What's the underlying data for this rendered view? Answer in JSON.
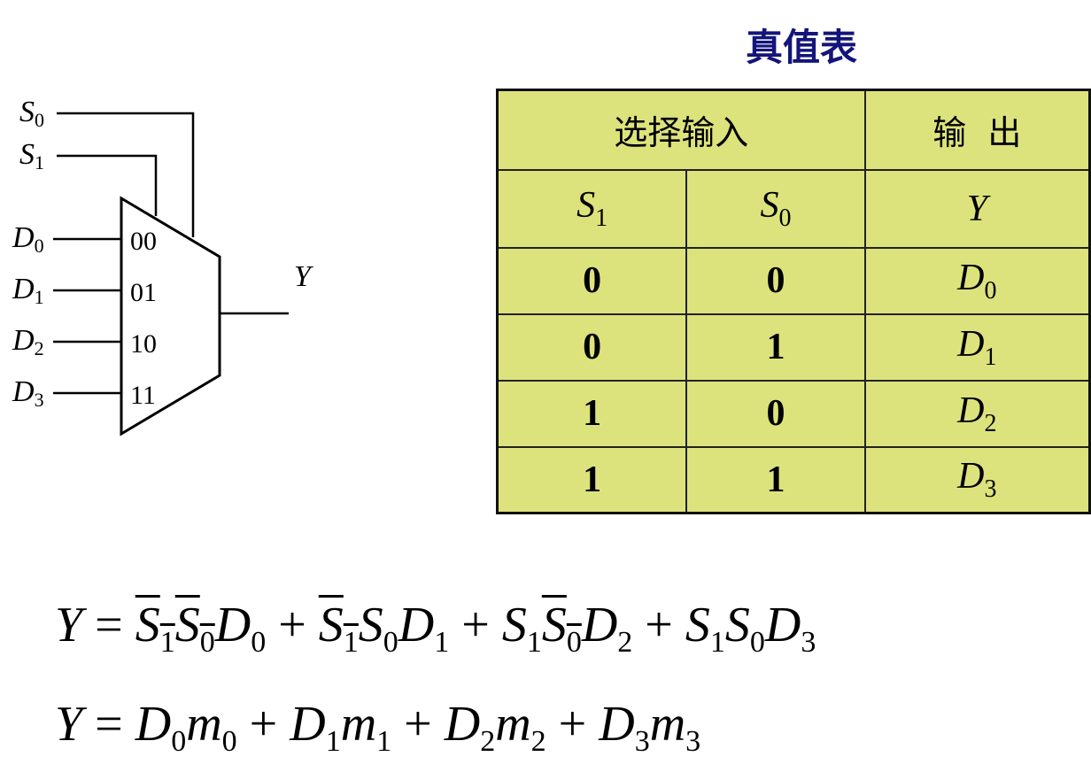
{
  "diagram": {
    "inputs": {
      "s0": {
        "letter": "S",
        "sub": "0"
      },
      "s1": {
        "letter": "S",
        "sub": "1"
      },
      "d0": {
        "letter": "D",
        "sub": "0"
      },
      "d1": {
        "letter": "D",
        "sub": "1"
      },
      "d2": {
        "letter": "D",
        "sub": "2"
      },
      "d3": {
        "letter": "D",
        "sub": "3"
      }
    },
    "port_codes": [
      "00",
      "01",
      "10",
      "11"
    ],
    "output": "Y"
  },
  "table": {
    "title": "真值表",
    "header_select": "选择输入",
    "header_output": "输  出",
    "col_s1": {
      "letter": "S",
      "sub": "1"
    },
    "col_s0": {
      "letter": "S",
      "sub": "0"
    },
    "col_y": "Y",
    "rows": [
      {
        "s1": "0",
        "s0": "0",
        "y_letter": "D",
        "y_sub": "0"
      },
      {
        "s1": "0",
        "s0": "1",
        "y_letter": "D",
        "y_sub": "1"
      },
      {
        "s1": "1",
        "s0": "0",
        "y_letter": "D",
        "y_sub": "2"
      },
      {
        "s1": "1",
        "s0": "1",
        "y_letter": "D",
        "y_sub": "3"
      }
    ]
  },
  "equations": {
    "eq1": {
      "lhs": "Y",
      "eq": "=",
      "plus": "+",
      "terms": [
        [
          {
            "v": "S",
            "s": "1",
            "bar": true
          },
          {
            "v": "S",
            "s": "0",
            "bar": true
          },
          {
            "v": "D",
            "s": "0",
            "bar": false
          }
        ],
        [
          {
            "v": "S",
            "s": "1",
            "bar": true
          },
          {
            "v": "S",
            "s": "0",
            "bar": false
          },
          {
            "v": "D",
            "s": "1",
            "bar": false
          }
        ],
        [
          {
            "v": "S",
            "s": "1",
            "bar": false
          },
          {
            "v": "S",
            "s": "0",
            "bar": true
          },
          {
            "v": "D",
            "s": "2",
            "bar": false
          }
        ],
        [
          {
            "v": "S",
            "s": "1",
            "bar": false
          },
          {
            "v": "S",
            "s": "0",
            "bar": false
          },
          {
            "v": "D",
            "s": "3",
            "bar": false
          }
        ]
      ]
    },
    "eq2": {
      "lhs": "Y",
      "eq": "=",
      "plus": "+",
      "terms": [
        [
          {
            "v": "D",
            "s": "0"
          },
          {
            "v": "m",
            "s": "0"
          }
        ],
        [
          {
            "v": "D",
            "s": "1"
          },
          {
            "v": "m",
            "s": "1"
          }
        ],
        [
          {
            "v": "D",
            "s": "2"
          },
          {
            "v": "m",
            "s": "2"
          }
        ],
        [
          {
            "v": "D",
            "s": "3"
          },
          {
            "v": "m",
            "s": "3"
          }
        ]
      ]
    }
  }
}
